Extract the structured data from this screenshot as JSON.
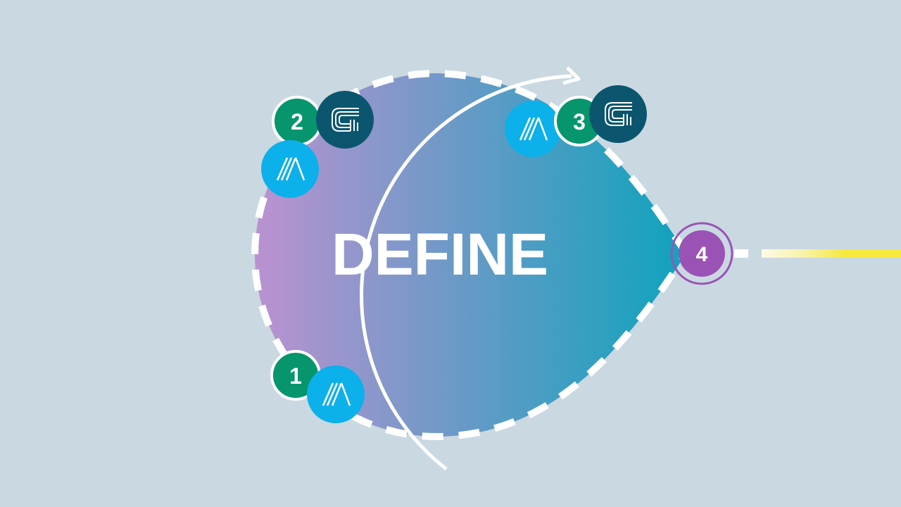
{
  "title": "DEFINE",
  "steps": [
    {
      "label": "1"
    },
    {
      "label": "2"
    },
    {
      "label": "3"
    },
    {
      "label": "4"
    }
  ],
  "icons": [
    "a-logo-icon",
    "g-logo-icon"
  ],
  "colors": {
    "background": "#cad8e1",
    "gradient_start": "#bb92d0",
    "gradient_end": "#0ea3bd",
    "step_green": "#06956c",
    "logo_blue": "#0cb0ea",
    "logo_teal": "#0b566e",
    "step4_purple": "#9a53b5",
    "trail_yellow": "#f6e83c"
  }
}
